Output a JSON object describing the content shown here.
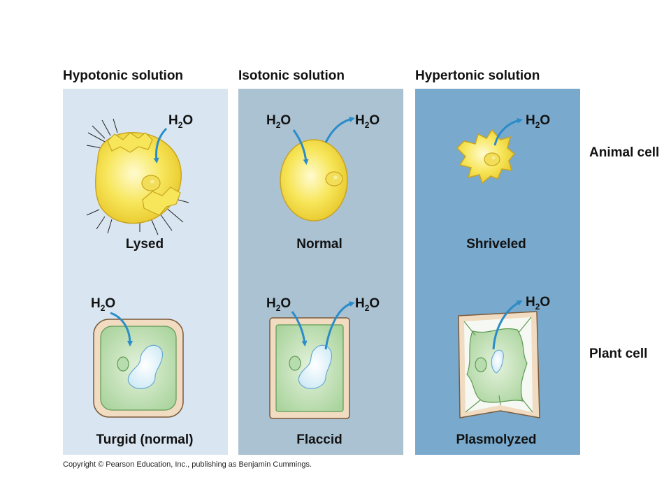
{
  "columns": [
    {
      "title": "Hypotonic solution",
      "panel_color": "#d9e6f1",
      "animal_caption": "Lysed",
      "plant_caption": "Turgid (normal)"
    },
    {
      "title": "Isotonic solution",
      "panel_color": "#abc2d3",
      "animal_caption": "Normal",
      "plant_caption": "Flaccid"
    },
    {
      "title": "Hypertonic solution",
      "panel_color": "#79a9cc",
      "animal_caption": "Shriveled",
      "plant_caption": "Plasmolyzed"
    }
  ],
  "rows": {
    "animal_label": "Animal cell",
    "plant_label": "Plant cell"
  },
  "water": {
    "main": "H",
    "sub": "2",
    "tail": "O"
  },
  "colors": {
    "animal_cell": "#f4e04a",
    "plant_wall": "#f1dcc2",
    "plant_cytoplasm": "#cbe3c0",
    "vacuole": "#eaf6fb",
    "arrow": "#2a8cc8"
  },
  "copyright": "Copyright © Pearson Education, Inc., publishing as Benjamin Cummings."
}
